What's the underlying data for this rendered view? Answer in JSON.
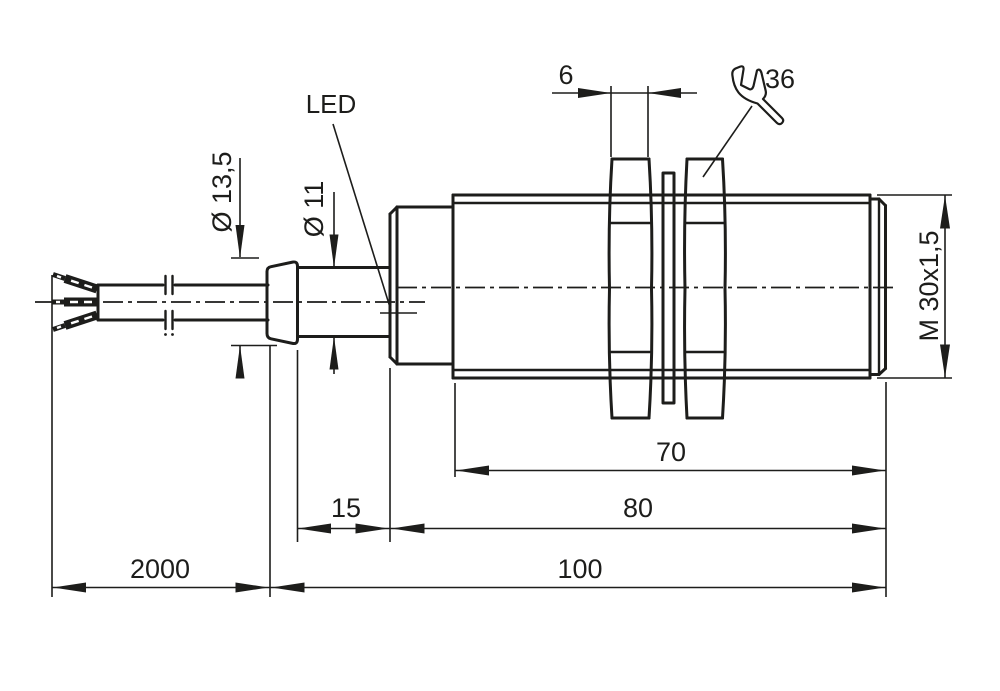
{
  "drawing": {
    "type": "technical dimension drawing",
    "subject": "Cylindrical M30 sensor with cable, side view",
    "colors": {
      "line": "#1d1d1b",
      "background": "#ffffff"
    },
    "annotations": {
      "led_label": "LED",
      "wrench_size": "36"
    },
    "dimensions": {
      "nut_thickness": "6",
      "gland_diameter": "Ø 13,5",
      "sleeve_diameter": "Ø 11",
      "thread_spec": "M 30x1,5",
      "thread_length": "70",
      "sleeve_length": "15",
      "housing_length": "80",
      "cable_length": "2000",
      "overall_length": "100"
    }
  }
}
